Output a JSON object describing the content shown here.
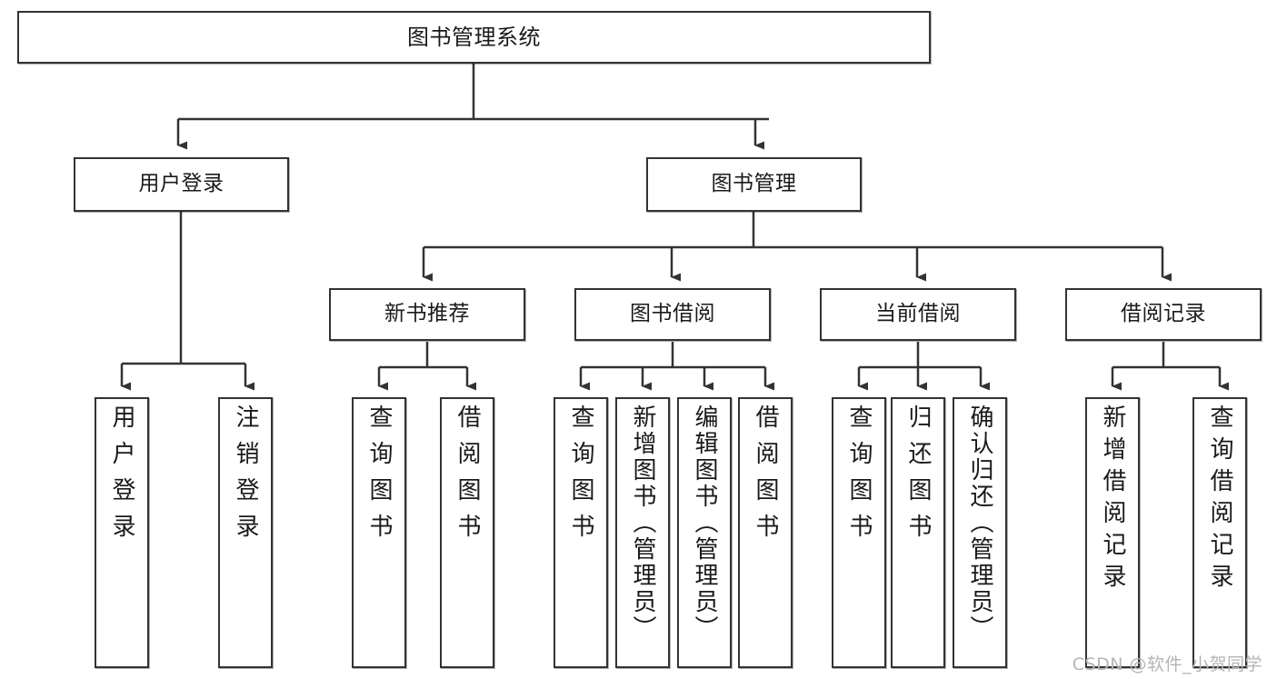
{
  "diagram": {
    "title": "图书管理系统",
    "type": "tree",
    "watermark": "CSDN @软件_小贺同学",
    "colors": {
      "box_border": "#333333",
      "box_fill": "#ffffff",
      "edge": "#333333",
      "text": "#1a1a1a",
      "watermark": "#b5b5b5",
      "background": "#ffffff"
    },
    "root": {
      "label": "图书管理系统"
    },
    "level2": [
      {
        "label": "用户登录"
      },
      {
        "label": "图书管理"
      }
    ],
    "level3": [
      {
        "label": "新书推荐"
      },
      {
        "label": "图书借阅"
      },
      {
        "label": "当前借阅"
      },
      {
        "label": "借阅记录"
      }
    ],
    "leaves": {
      "user_login": [
        {
          "label": "用户登录"
        },
        {
          "label": "注销登录"
        }
      ],
      "new_books": [
        {
          "label": "查询图书"
        },
        {
          "label": "借阅图书"
        }
      ],
      "book_borrow": [
        {
          "label": "查询图书"
        },
        {
          "label": "新增图书（管理员）"
        },
        {
          "label": "编辑图书（管理员）"
        },
        {
          "label": "借阅图书"
        }
      ],
      "current_borrow": [
        {
          "label": "查询图书"
        },
        {
          "label": "归还图书"
        },
        {
          "label": "确认归还（管理员）"
        }
      ],
      "borrow_records": [
        {
          "label": "新增借阅记录"
        },
        {
          "label": "查询借阅记录"
        }
      ]
    }
  }
}
